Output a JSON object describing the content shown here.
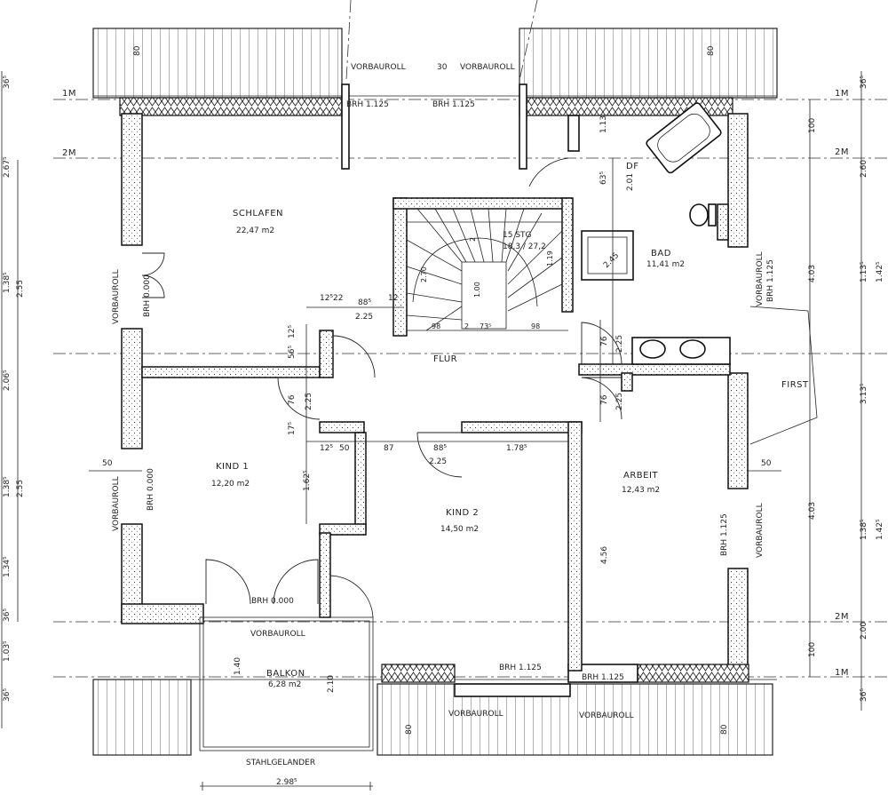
{
  "rooms": {
    "schlafen": {
      "name": "SCHLAFEN",
      "area": "22,47 m2"
    },
    "bad": {
      "name": "BAD",
      "area": "11,41 m2"
    },
    "flur": {
      "name": "FLUR"
    },
    "kind1": {
      "name": "KIND  1",
      "area": "12,20 m2"
    },
    "kind2": {
      "name": "KIND  2",
      "area": "14,50 m2"
    },
    "arbeit": {
      "name": "ARBEIT",
      "area": "12,43 m2"
    },
    "balkon": {
      "name": "BALKON",
      "area": "6,28 m2"
    }
  },
  "stair": {
    "steps": "15  STG",
    "ratio": "18,3 / 27,2"
  },
  "annotations": {
    "df": "DF",
    "first": "FIRST",
    "stahlgelander": "STAHLGELANDER",
    "vorbauroll": "VORBAUROLL",
    "brh_1125": "BRH  1.125",
    "brh_0000": "BRH  0.000"
  },
  "levels": {
    "m1": "1M",
    "m2": "2M"
  },
  "dims": {
    "d80": "80",
    "d30": "30",
    "d50": "50",
    "d36": "36⁵",
    "d100": "100",
    "d260": "2.60",
    "d403": "4.03",
    "d200": "2.00",
    "d113": "1.13⁵",
    "d142": "1.42⁵",
    "d138": "1.38⁵",
    "d255": "2.55",
    "d206": "2.06⁵",
    "d267": "2.67⁵",
    "d134": "1.34⁵",
    "d103": "1.03⁵",
    "d313": "3.13⁵",
    "d225": "2.25",
    "d885": "88⁵",
    "d1222": "12⁵22",
    "d12": "12",
    "d125": "12⁵",
    "d565": "56⁵",
    "d76": "76",
    "d175": "17⁵",
    "d87": "87",
    "d178": "1.78⁵",
    "d162": "1.62⁵",
    "d456": "4.56",
    "d140": "1.40",
    "d210": "2.10",
    "d298": "2.98⁵",
    "d98": "98",
    "d2": "2",
    "d735": "73⁵",
    "d270": "2.70",
    "d100s": "1.00",
    "d119": "1.19",
    "d201": "2.01",
    "d635": "63⁵",
    "d113b": "1.13",
    "d245": "2.45"
  }
}
